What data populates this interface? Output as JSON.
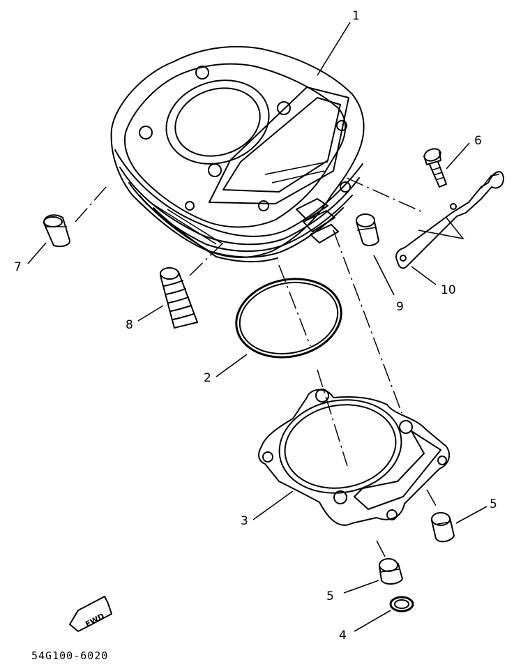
{
  "diagram_code": "54G100-6020",
  "fwd_text": "FWD",
  "parts": [
    {
      "id": "cylinder",
      "label": "1"
    },
    {
      "id": "o-ring",
      "label": "2"
    },
    {
      "id": "cylinder-gasket",
      "label": "3"
    },
    {
      "id": "o-ring-small",
      "label": "4"
    },
    {
      "id": "dowel-pin-a",
      "label": "5"
    },
    {
      "id": "dowel-pin-b",
      "label": "5"
    },
    {
      "id": "bolt",
      "label": "6"
    },
    {
      "id": "dowel-pin-upper",
      "label": "7"
    },
    {
      "id": "spring",
      "label": "8"
    },
    {
      "id": "dowel-pin-right",
      "label": "9"
    },
    {
      "id": "bracket",
      "label": "10"
    }
  ]
}
